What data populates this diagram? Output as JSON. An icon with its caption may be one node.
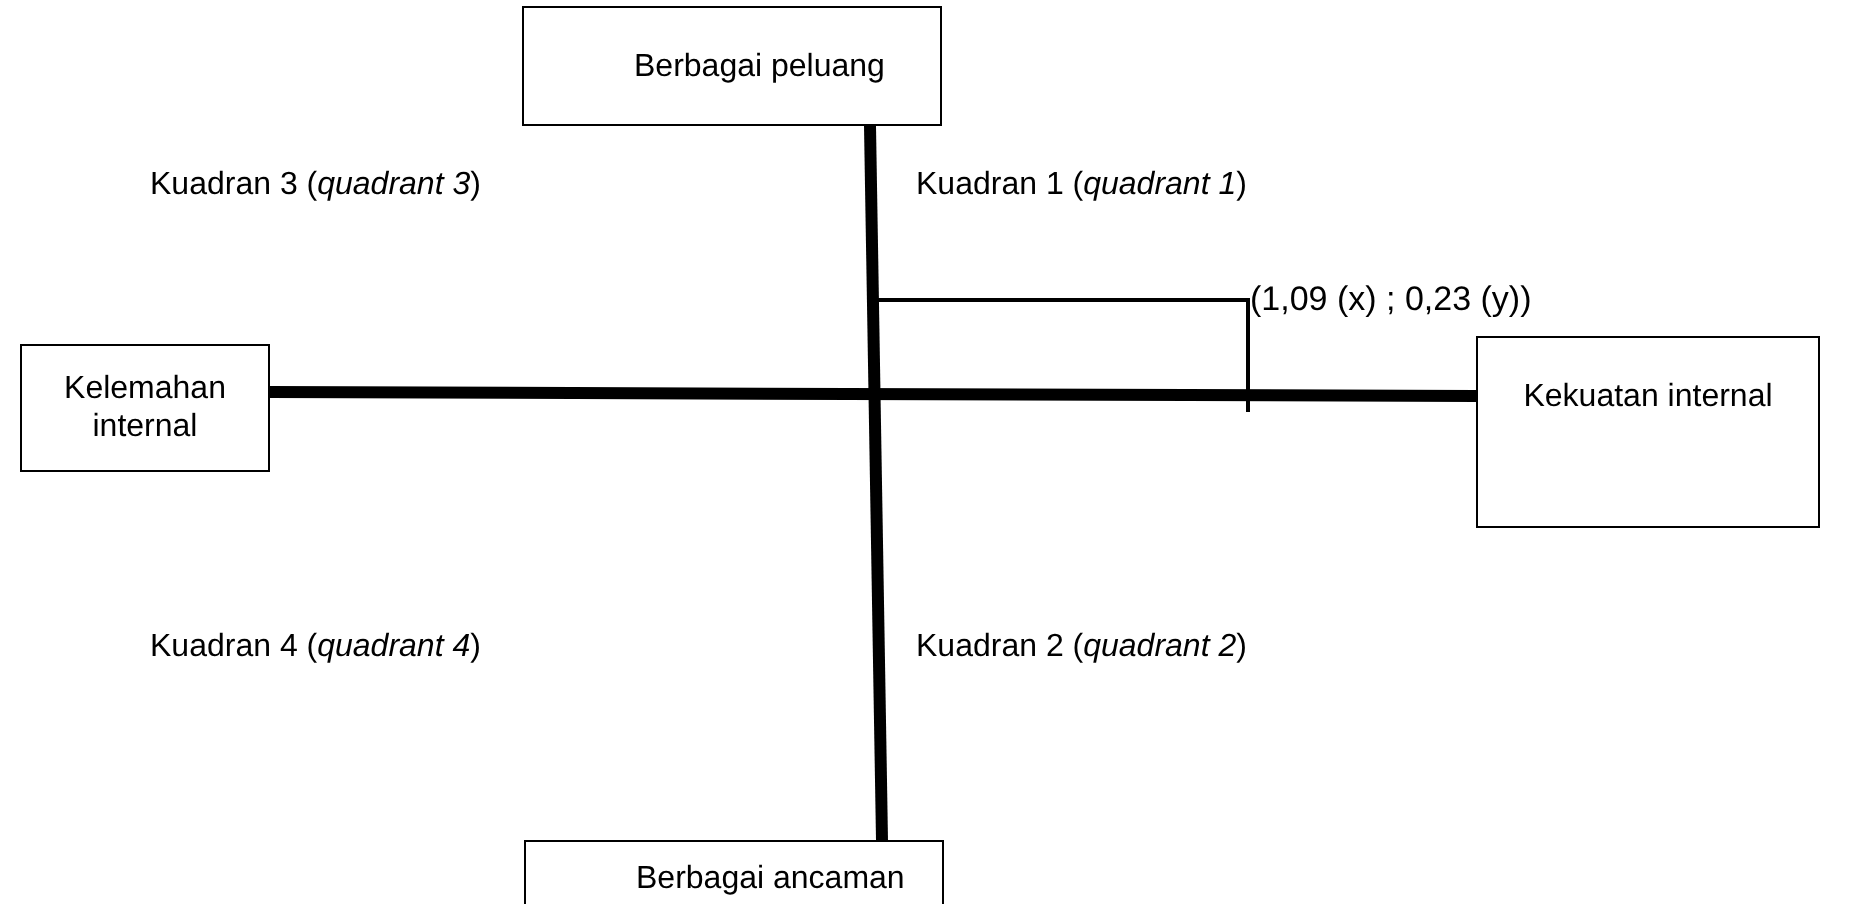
{
  "diagram": {
    "nodes": [
      {
        "text": [
          "Berbagai peluang"
        ]
      },
      {
        "text": [
          "Kelemahan internal"
        ]
      },
      {
        "text": [
          "Kekuatan internal"
        ]
      },
      {
        "text": [
          "Berbagai ancaman"
        ]
      }
    ],
    "edges": [
      {
        "from": 0,
        "to": 3,
        "arrow": "none"
      },
      {
        "from": 1,
        "to": 2,
        "arrow": "none"
      }
    ],
    "labels": [
      "Kuadran 3 (*quadrant 3*)",
      "Kuadran 1 (*quadrant 1*)",
      "(1,09 (x) ; 0,23 (y))",
      "Kuadran 4 (*quadrant 4*)",
      "Kuadran 2 (*quadrant 2*)"
    ]
  }
}
